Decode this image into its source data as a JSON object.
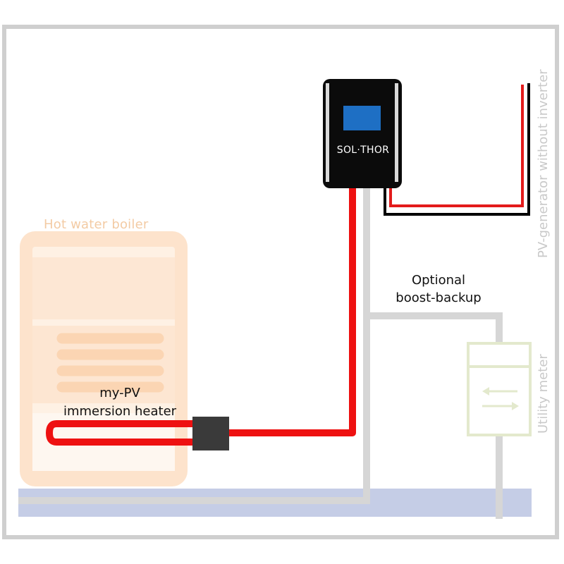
{
  "labels": {
    "boiler": "Hot water boiler",
    "heater_line1": "my-PV",
    "heater_line2": "immersion heater",
    "backup_line1": "Optional",
    "backup_line2": "boost-backup",
    "pv_generator": "PV-generator without inverter",
    "utility_meter": "Utility meter",
    "device": "SOL·THOR"
  },
  "colors": {
    "frame": "#cfcfcf",
    "boiler_fill": "#fde3cc",
    "boiler_light": "#fef4ea",
    "heater_wire": "#ee1111",
    "grid_line": "#d6d6d6",
    "ground": "#c5cde6",
    "device_body": "#0b0b0b",
    "device_screen": "#1e6fc4",
    "meter": "#e3e9cd",
    "pv_black": "#000000",
    "pv_red": "#e31b1b"
  },
  "icons": {
    "meter": "bidirectional-arrows-icon"
  }
}
